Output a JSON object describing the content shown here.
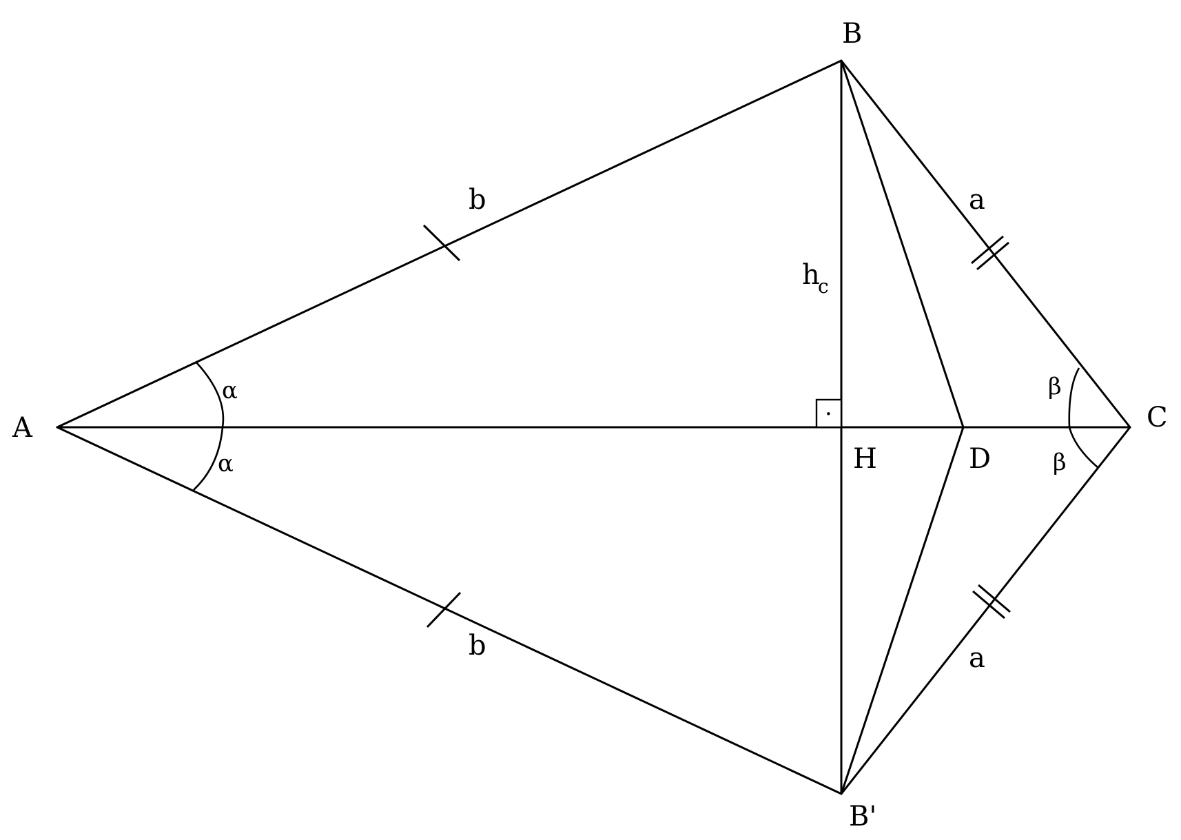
{
  "points": {
    "A": "A",
    "B": "B",
    "C": "C",
    "D": "D",
    "H": "H",
    "B_prime": "B'"
  },
  "sides": {
    "b_upper": "b",
    "b_lower": "b",
    "a_upper": "a",
    "a_lower": "a"
  },
  "height": {
    "h": "h",
    "sub": "c"
  },
  "angles": {
    "alpha_upper": "α",
    "alpha_lower": "α",
    "beta_upper": "β",
    "beta_lower": "β"
  },
  "right_angle_mark": "·"
}
